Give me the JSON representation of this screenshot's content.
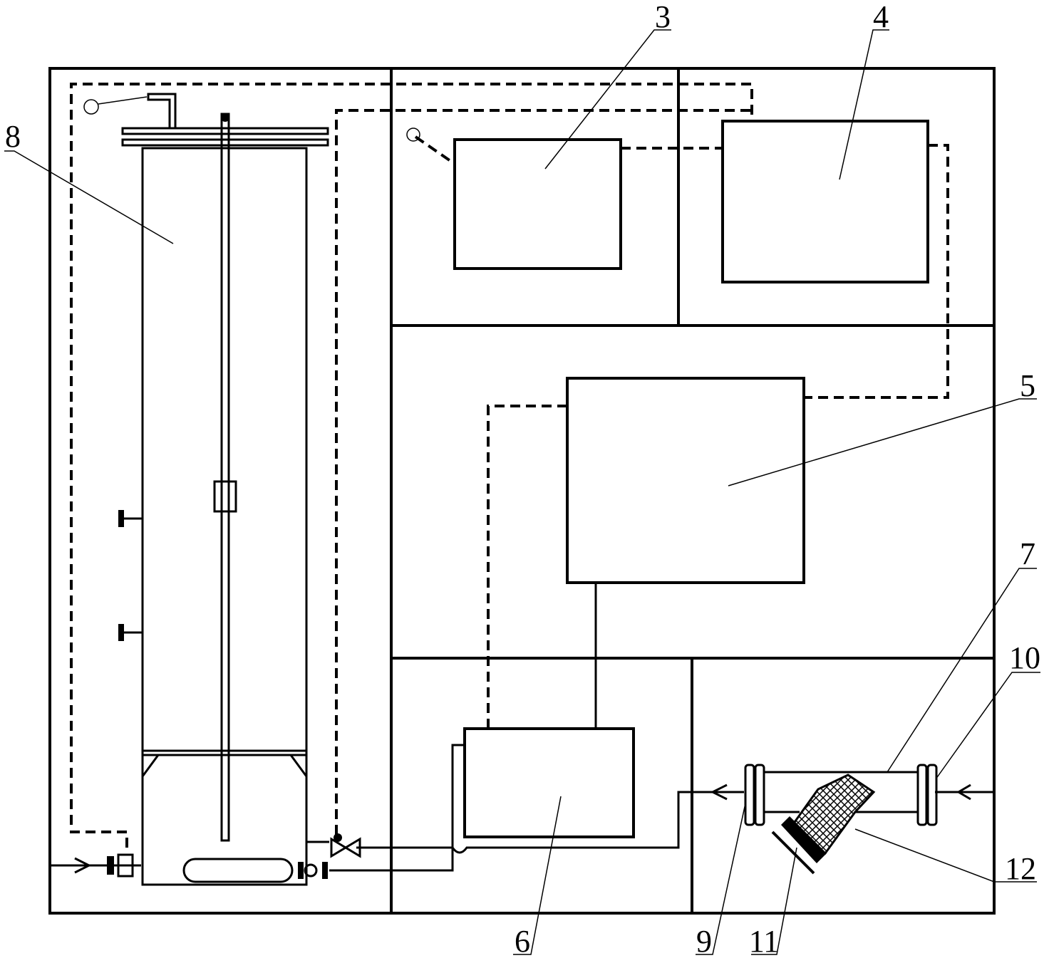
{
  "labels": {
    "n3": "3",
    "n4": "4",
    "n5": "5",
    "n6": "6",
    "n7": "7",
    "n8": "8",
    "n9": "9",
    "n10": "10",
    "n11": "11",
    "n12": "12"
  }
}
